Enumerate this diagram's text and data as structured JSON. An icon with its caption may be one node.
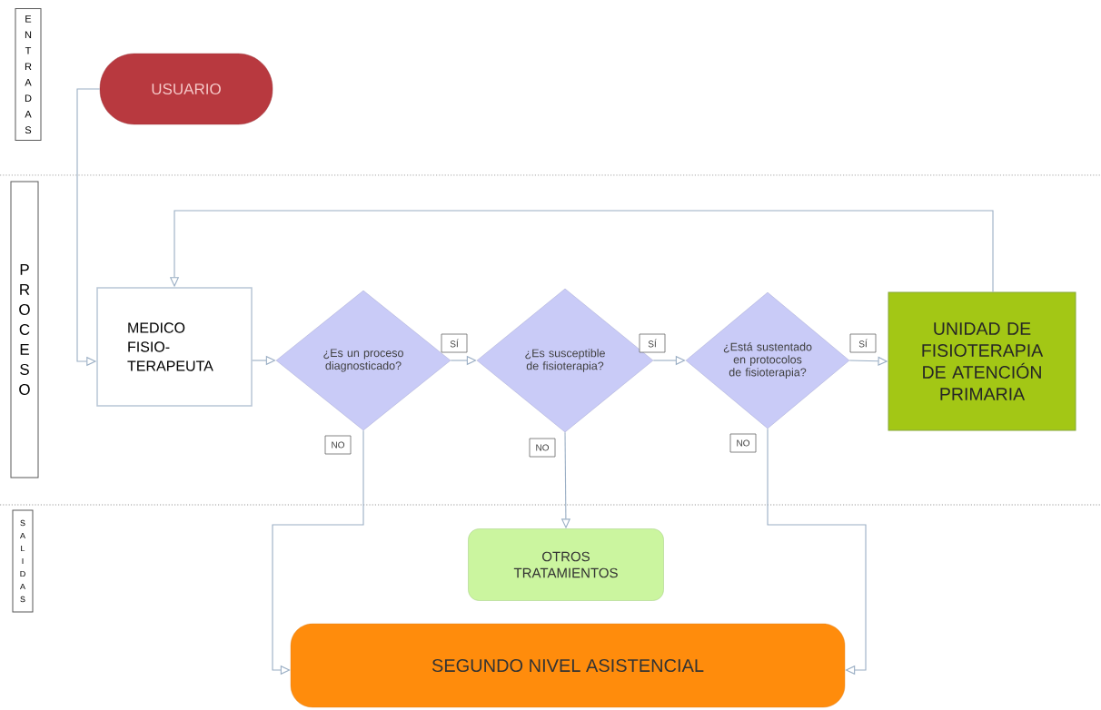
{
  "diagram": {
    "nodes": [
      {
        "text": [
          "ENTRADAS"
        ]
      },
      {
        "text": [
          "USUARIO"
        ]
      },
      {
        "text": [
          "PROCESO"
        ]
      },
      {
        "text": [
          "MEDICO FISIO- TERAPEUTA"
        ]
      },
      {
        "text": [
          "¿Es un proceso diagnosticado?"
        ]
      },
      {
        "text": [
          "¿Es susceptible de fisioterapia?"
        ]
      },
      {
        "text": [
          "¿Está sustentado en protocolos de fisioterapia?"
        ]
      },
      {
        "text": [
          "UNIDAD DE FISIOTERAPIA DE ATENCIÓN PRIMARIA"
        ]
      },
      {
        "text": [
          "SALIDAS"
        ]
      },
      {
        "text": [
          "OTROS TRATAMIENTOS"
        ]
      },
      {
        "text": [
          "SEGUNDO NIVEL ASISTENCIAL"
        ]
      }
    ],
    "edges": [
      {
        "from": 1,
        "to": 3,
        "arrow": "to"
      },
      {
        "from": 3,
        "to": 4,
        "arrow": "to"
      },
      {
        "from": 4,
        "to": 5,
        "arrow": "to",
        "label": "SÍ"
      },
      {
        "from": 5,
        "to": 6,
        "arrow": "to",
        "label": "SÍ"
      },
      {
        "from": 6,
        "to": 7,
        "arrow": "to",
        "label": "SÍ"
      },
      {
        "from": 7,
        "to": 3,
        "arrow": "to"
      },
      {
        "from": 4,
        "to": 10,
        "arrow": "to",
        "label": "NO"
      },
      {
        "from": 5,
        "to": 9,
        "arrow": "to",
        "label": "NO"
      },
      {
        "from": 6,
        "to": 10,
        "arrow": "to",
        "label": "NO"
      }
    ]
  }
}
